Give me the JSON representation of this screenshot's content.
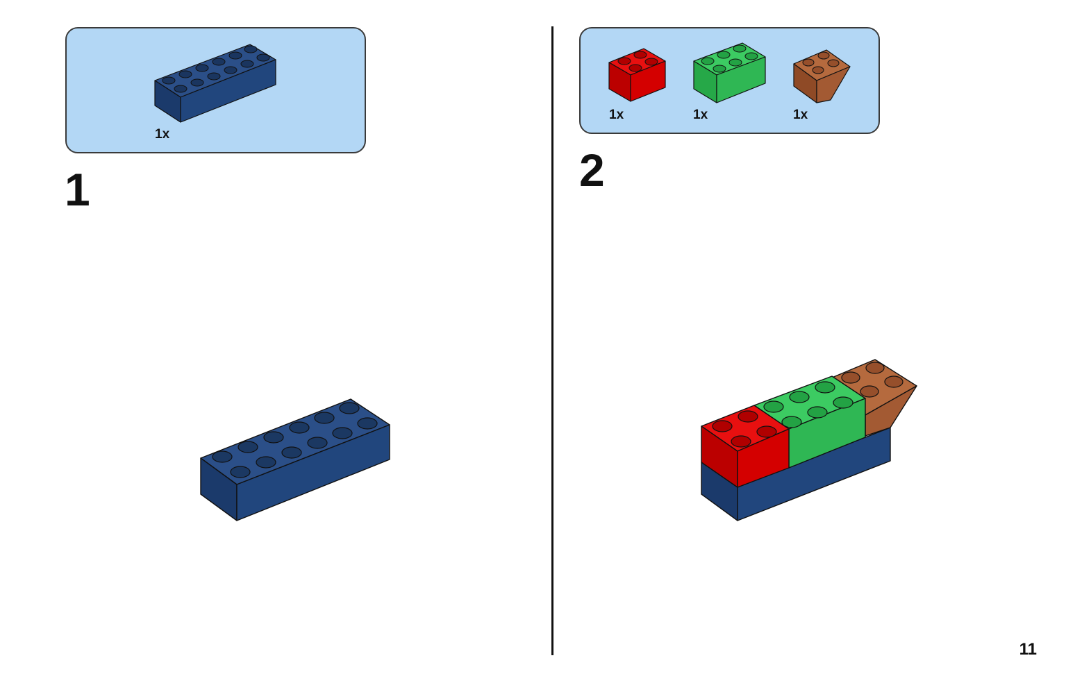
{
  "steps": [
    {
      "number": "1",
      "parts": [
        {
          "qty": "1x",
          "icon": "dark-blue-brick-2x6-icon"
        }
      ]
    },
    {
      "number": "2",
      "parts": [
        {
          "qty": "1x",
          "icon": "red-brick-2x2-icon"
        },
        {
          "qty": "1x",
          "icon": "green-brick-2x3-icon"
        },
        {
          "qty": "1x",
          "icon": "brown-inverted-slope-icon"
        }
      ]
    }
  ],
  "page_number": "11",
  "colors": {
    "callout_bg": "#b3d7f5",
    "dark_blue": "#1e3f73",
    "red": "#dd0000",
    "green": "#2dbb52",
    "brown": "#a35a33"
  }
}
